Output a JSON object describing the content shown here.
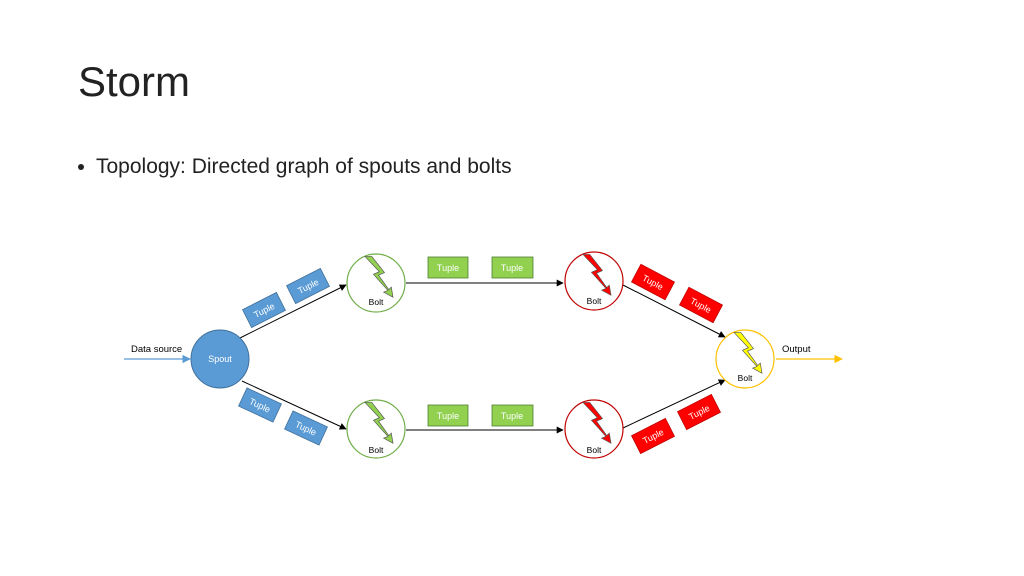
{
  "slide": {
    "title": "Storm",
    "bullet": "Topology: Directed graph of spouts and bolts"
  },
  "diagram": {
    "data_source_label": "Data source",
    "output_label": "Output",
    "spout_label": "Spout",
    "bolt_label": "Bolt",
    "tuple_label": "Tuple",
    "colors": {
      "spout": "#5b9bd5",
      "tuple_blue": "#5b9bd5",
      "tuple_green": "#92d050",
      "tuple_red": "#ff0000",
      "bolt_green_ring": "#70ad47",
      "bolt_red_ring": "#c00000",
      "bolt_yellow_ring": "#ffc000",
      "input_arrow": "#5b9bd5",
      "output_arrow": "#ffc000"
    }
  }
}
